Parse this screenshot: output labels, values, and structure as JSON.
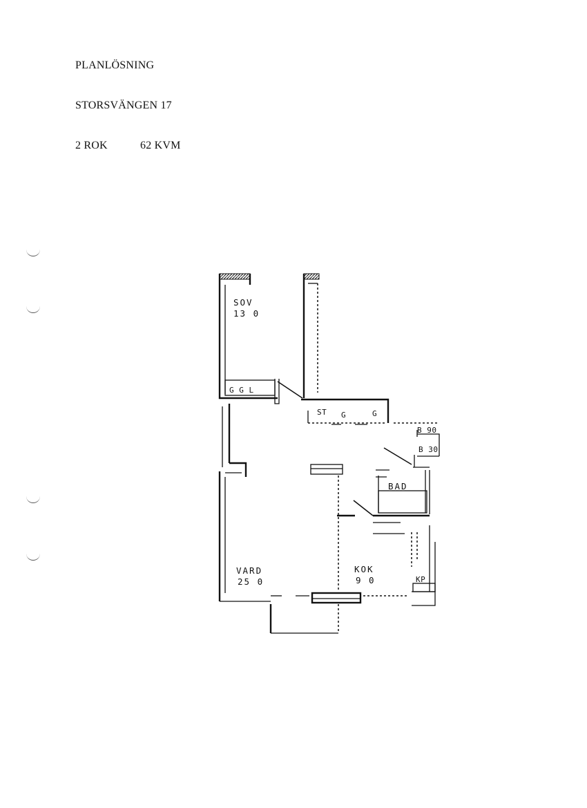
{
  "document": {
    "title": "PLANLÖSNING",
    "address": "STORSVÄNGEN 17",
    "rooms": "2 ROK",
    "area": "62 KVM"
  },
  "floorplan": {
    "rooms": {
      "sov_name": "SOV",
      "sov_area": "13 0",
      "vard_name": "VARD",
      "vard_area": "25 0",
      "kok_name": "KOK",
      "kok_area": "9 0",
      "bad_name": "BAD",
      "b30": "B 30",
      "b90": "B 90",
      "kp": "KP"
    },
    "storage": {
      "ggl": "G G L",
      "st": "ST",
      "g1": "G",
      "g2": "G"
    }
  }
}
